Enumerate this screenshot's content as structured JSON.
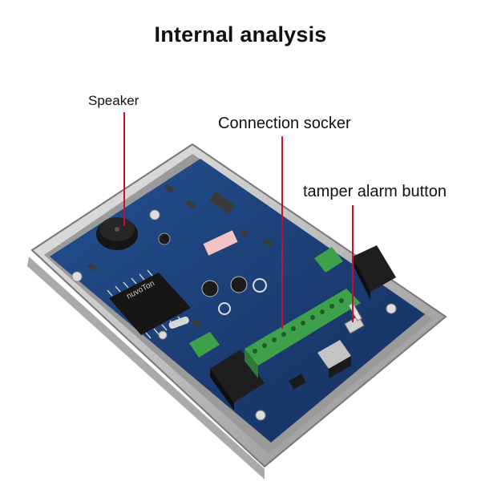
{
  "title": "Internal analysis",
  "labels": {
    "speaker": "Speaker",
    "connection_socket": "Connection socker",
    "tamper_button": "tamper alarm button"
  },
  "chip_text": "nuvoTon",
  "colors": {
    "pcb": "#1d3f7a",
    "casing": "#c9c9c9",
    "terminal": "#3fa04a",
    "relay": "#222222",
    "pointer": "#c8102e"
  }
}
